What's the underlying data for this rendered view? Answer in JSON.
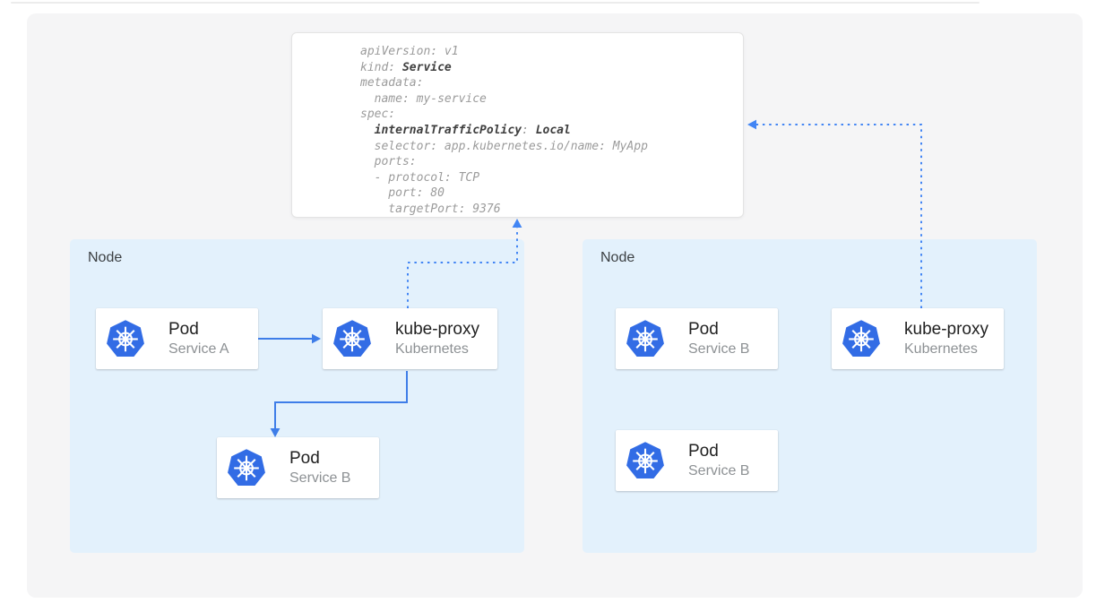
{
  "diagram": {
    "yaml_config": {
      "lines": [
        {
          "segs": [
            {
              "t": "apiVersion: v1",
              "b": false
            }
          ]
        },
        {
          "segs": [
            {
              "t": "kind: ",
              "b": false
            },
            {
              "t": "Service",
              "b": true
            }
          ]
        },
        {
          "segs": [
            {
              "t": "metadata:",
              "b": false
            }
          ]
        },
        {
          "segs": [
            {
              "t": "  name: my-service",
              "b": false
            }
          ]
        },
        {
          "segs": [
            {
              "t": "spec:",
              "b": false
            }
          ]
        },
        {
          "segs": [
            {
              "t": "  ",
              "b": false
            },
            {
              "t": "internalTrafficPolicy",
              "b": true
            },
            {
              "t": ": ",
              "b": false
            },
            {
              "t": "Local",
              "b": true
            }
          ]
        },
        {
          "segs": [
            {
              "t": "  selector: app.kubernetes.io/name: MyApp",
              "b": false
            }
          ]
        },
        {
          "segs": [
            {
              "t": "  ports:",
              "b": false
            }
          ]
        },
        {
          "segs": [
            {
              "t": "  - protocol: TCP",
              "b": false
            }
          ]
        },
        {
          "segs": [
            {
              "t": "    port: 80",
              "b": false
            }
          ]
        },
        {
          "segs": [
            {
              "t": "    targetPort: 9376",
              "b": false
            }
          ]
        }
      ]
    },
    "nodes": [
      {
        "label": "Node",
        "cards": [
          {
            "title": "Pod",
            "subtitle": "Service A"
          },
          {
            "title": "kube-proxy",
            "subtitle": "Kubernetes"
          },
          {
            "title": "Pod",
            "subtitle": "Service B"
          }
        ]
      },
      {
        "label": "Node",
        "cards": [
          {
            "title": "Pod",
            "subtitle": "Service B"
          },
          {
            "title": "kube-proxy",
            "subtitle": "Kubernetes"
          },
          {
            "title": "Pod",
            "subtitle": "Service B"
          }
        ]
      }
    ],
    "connections": [
      {
        "from": "pod-service-a",
        "to": "kube-proxy-left",
        "style": "solid-arrow"
      },
      {
        "from": "kube-proxy-left",
        "to": "pod-service-b-left",
        "style": "solid-arrow"
      },
      {
        "from": "kube-proxy-left",
        "to": "service-yaml-config",
        "style": "dotted-arrow"
      },
      {
        "from": "kube-proxy-right",
        "to": "service-yaml-config",
        "style": "dotted-arrow"
      }
    ],
    "colors": {
      "kubernetes_blue": "#326ce5",
      "arrow_blue": "#3e7de8",
      "node_background": "#e3f1fc",
      "canvas_background": "#f5f5f6"
    }
  }
}
